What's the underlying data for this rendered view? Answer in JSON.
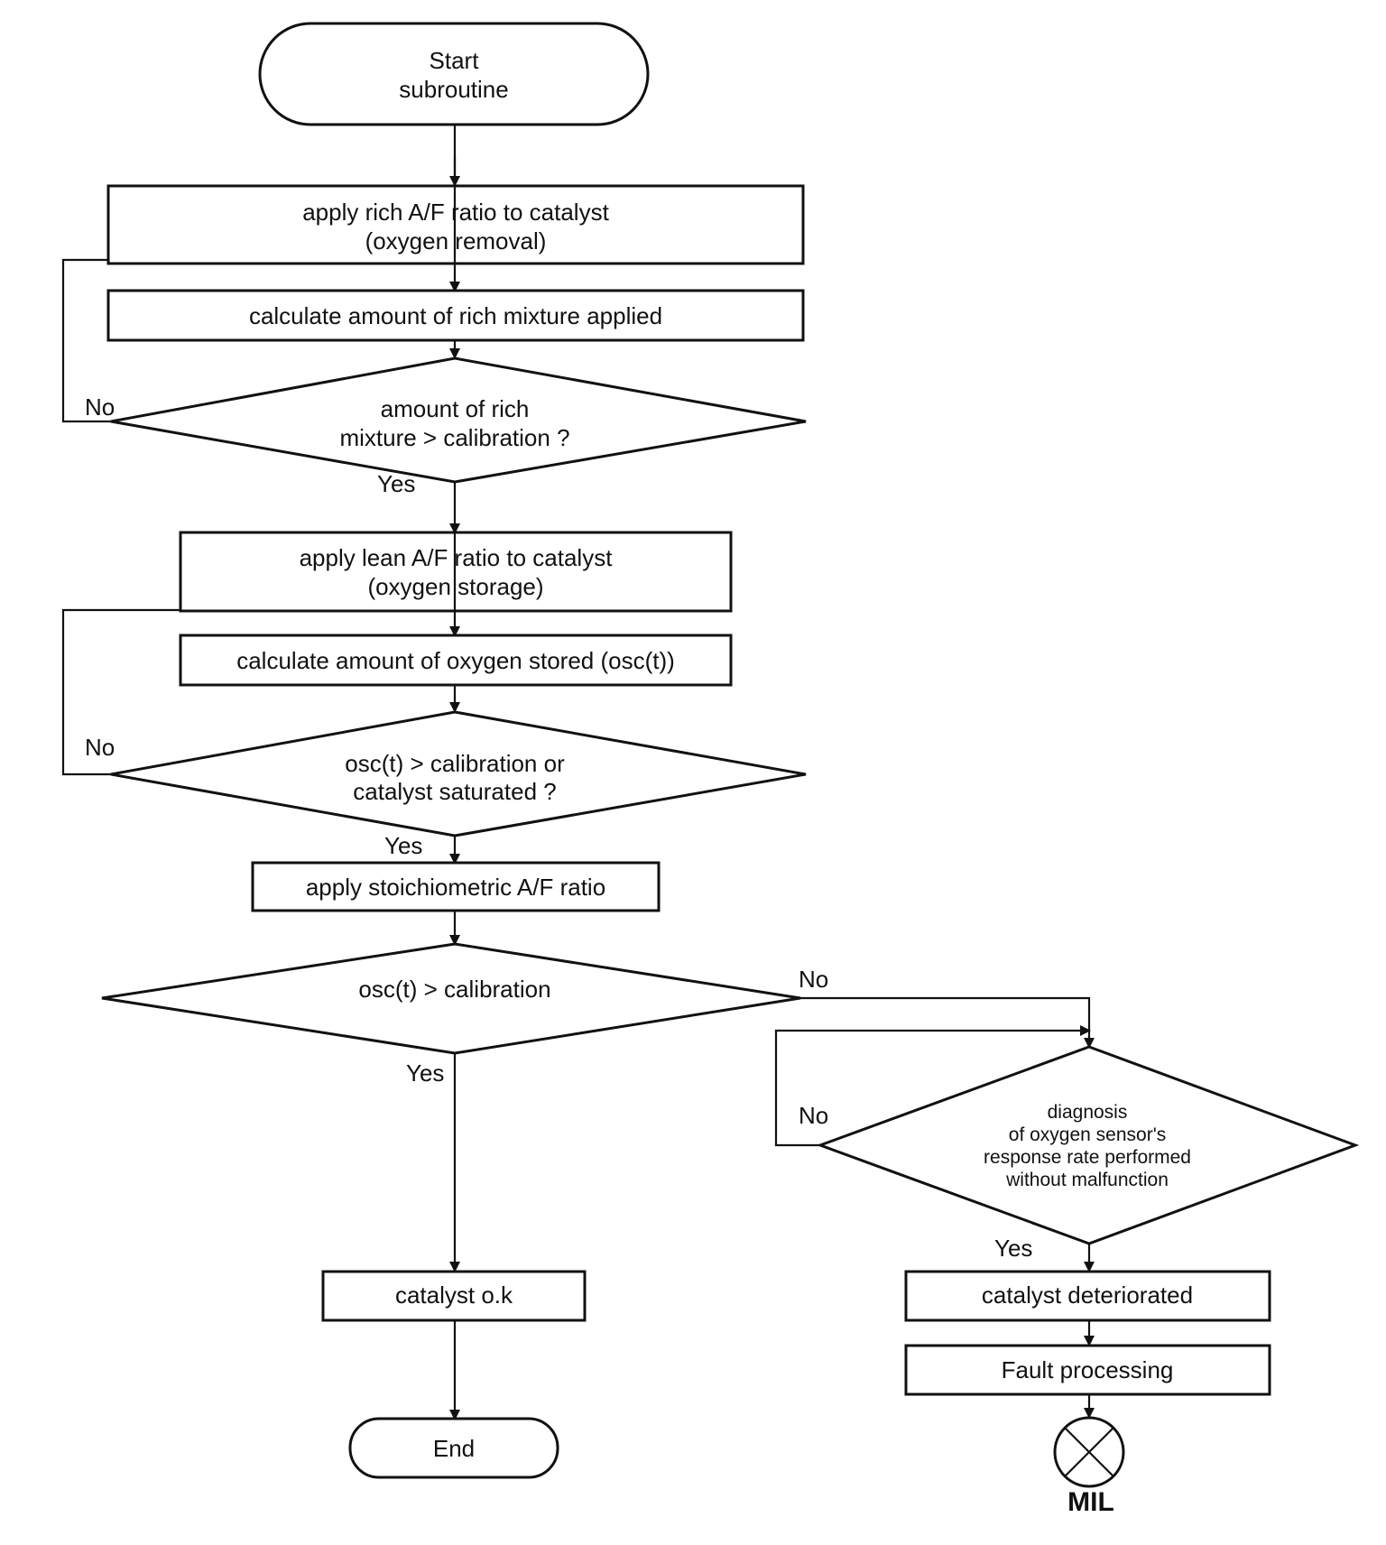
{
  "flowchart": {
    "start": {
      "line1": "Start",
      "line2": "subroutine"
    },
    "rich_ratio": {
      "line1": "apply rich A/F ratio to catalyst",
      "line2": "(oxygen removal)"
    },
    "calc_rich": {
      "label": "calculate amount of rich mixture applied"
    },
    "decision_rich": {
      "line1": "amount of rich",
      "line2": "mixture > calibration ?"
    },
    "lean_ratio": {
      "line1": "apply lean A/F ratio to catalyst",
      "line2": "(oxygen storage)"
    },
    "calc_oxygen": {
      "label": "calculate amount of oxygen stored (osc(t))"
    },
    "decision_osc_sat": {
      "line1": "osc(t) > calibration or",
      "line2": "catalyst saturated ?"
    },
    "stoich": {
      "label": "apply stoichiometric A/F ratio"
    },
    "decision_osc": {
      "label": "osc(t) > calibration"
    },
    "decision_sensor": {
      "line1": "diagnosis",
      "line2": "of oxygen sensor's",
      "line3": "response rate performed",
      "line4": "without malfunction"
    },
    "catalyst_ok": {
      "label": "catalyst o.k"
    },
    "catalyst_deteriorated": {
      "label": "catalyst deteriorated"
    },
    "fault": {
      "label": "Fault processing"
    },
    "end": {
      "label": "End"
    },
    "mil": {
      "label": "MIL"
    },
    "branches": {
      "rich_no": "No",
      "rich_yes": "Yes",
      "osc_sat_no": "No",
      "osc_sat_yes": "Yes",
      "osc_no": "No",
      "osc_yes": "Yes",
      "sensor_no": "No",
      "sensor_yes": "Yes"
    }
  }
}
